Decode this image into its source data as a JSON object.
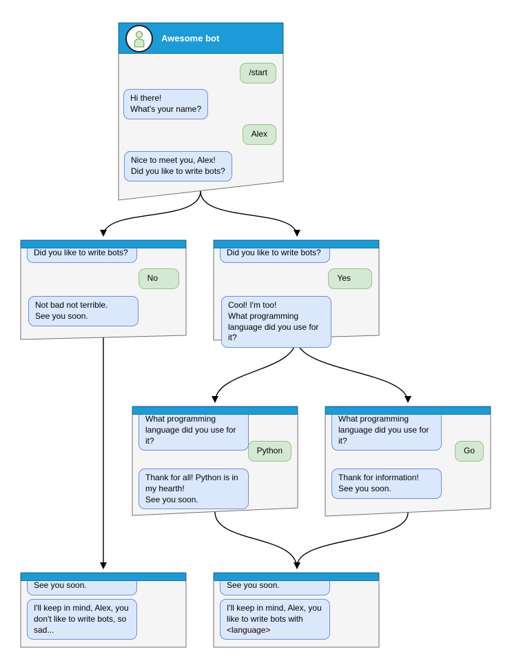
{
  "header": {
    "bot_name": "Awesome bot"
  },
  "cards": {
    "start": {
      "messages": {
        "start_cmd": "/start",
        "greeting": "Hi there!\nWhat's your name?",
        "name_reply": "Alex",
        "question": "Nice to meet you, Alex!\nDid you like to write bots?"
      }
    },
    "no_branch": {
      "question": "Did you like to write bots?",
      "answer": "No",
      "reply": "Not bad not terrible.\nSee you soon."
    },
    "yes_branch": {
      "question": "Did you like to write bots?",
      "answer": "Yes",
      "reply": "Cool! I'm too!\nWhat programming\nlanguage did you use for it?"
    },
    "python_branch": {
      "question": "What programming\nlanguage did you use for it?",
      "answer": "Python",
      "reply": "Thank for all! Python is in\nmy hearth!\nSee you soon."
    },
    "go_branch": {
      "question": "What programming\nlanguage did you use for it?",
      "answer": "Go",
      "reply": "Thank for information!\nSee you soon."
    },
    "end_no": {
      "question": "See you soon.",
      "reply": "I'll keep in mind, Alex, you\ndon't like to write bots, so\nsad..."
    },
    "end_yes": {
      "question": "See you soon.",
      "reply": "I'll keep in mind, Alex, you\nlike to write bots with\n<language>"
    }
  },
  "colors": {
    "header_blue": "#1b9cd9",
    "header_blue_border": "#0e76ab",
    "card_fill": "#f5f5f5",
    "card_border": "#707070",
    "bot_bubble_fill": "#dbe8fc",
    "bot_bubble_border": "#6f8fd2",
    "user_bubble_fill": "#d5e8d4",
    "user_bubble_border": "#93c47d",
    "connector": "#000000"
  }
}
